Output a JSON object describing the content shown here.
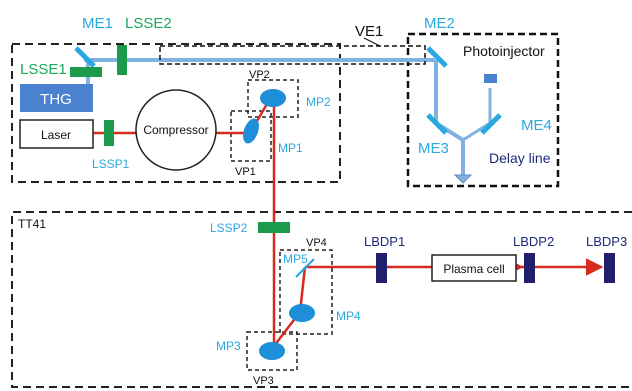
{
  "labels": {
    "me1": "ME1",
    "lsse2": "LSSE2",
    "ve1": "VE1",
    "me2": "ME2",
    "photoinjector": "Photoinjector",
    "lsse1": "LSSE1",
    "thg": "THG",
    "laser": "Laser",
    "lssp1": "LSSP1",
    "compressor": "Compressor",
    "vp2": "VP2",
    "mp2": "MP2",
    "mp1": "MP1",
    "vp1": "VP1",
    "me3": "ME3",
    "me4": "ME4",
    "delay_line": "Delay line",
    "tt41": "TT41",
    "lssp2": "LSSP2",
    "vp4": "VP4",
    "mp5": "MP5",
    "lbdp1": "LBDP1",
    "plasma_cell": "Plasma cell",
    "lbdp2": "LBDP2",
    "lbdp3": "LBDP3",
    "mp4": "MP4",
    "mp3": "MP3",
    "vp3": "VP3"
  },
  "colors": {
    "laser_beam_red": "#d62b1e",
    "uv_beam_blue": "#7fb2e0",
    "mirror_cyan": "#2aa8e0",
    "lss_green": "#1a9a4a",
    "lbdp_navy": "#1f1f6e",
    "thg_blue": "#4a82d0"
  }
}
